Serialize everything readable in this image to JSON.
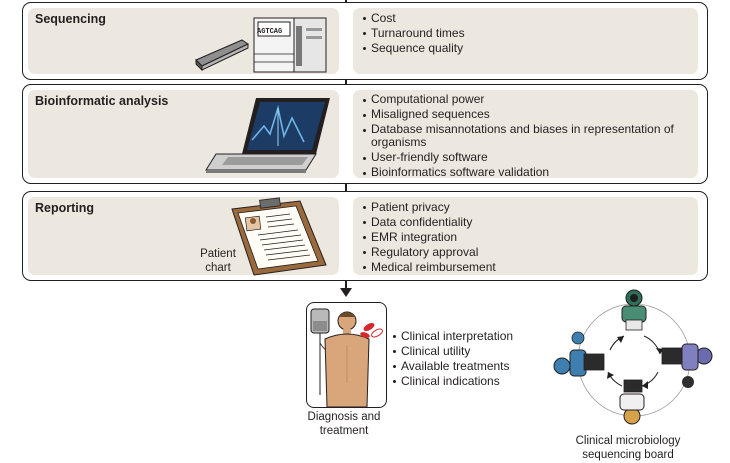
{
  "stages": [
    {
      "title": "Sequencing",
      "machine_label": "AGTCAG",
      "items": [
        "Cost",
        "Turnaround times",
        "Sequence quality"
      ]
    },
    {
      "title": "Bioinformatic analysis",
      "items": [
        "Computational power",
        "Misaligned sequences",
        "Database misannotations and biases in representation of organisms",
        "User-friendly software",
        "Bioinformatics software validation"
      ]
    },
    {
      "title": "Reporting",
      "chart_label": "Patient chart",
      "items": [
        "Patient privacy",
        "Data confidentiality",
        "EMR integration",
        "Regulatory approval",
        "Medical reimbursement"
      ]
    }
  ],
  "diagnosis": {
    "label": "Diagnosis and treatment",
    "items": [
      "Clinical interpretation",
      "Clinical utility",
      "Available treatments",
      "Clinical indications"
    ]
  },
  "board": {
    "label": "Clinical microbiology sequencing board"
  },
  "colors": {
    "panel_bg": "#ece8df",
    "line": "#231f20",
    "skin": "#d9a57a",
    "screen_blue": "#3d6fa7",
    "clipboard": "#9b6a3c",
    "pill_red": "#d7272d"
  }
}
